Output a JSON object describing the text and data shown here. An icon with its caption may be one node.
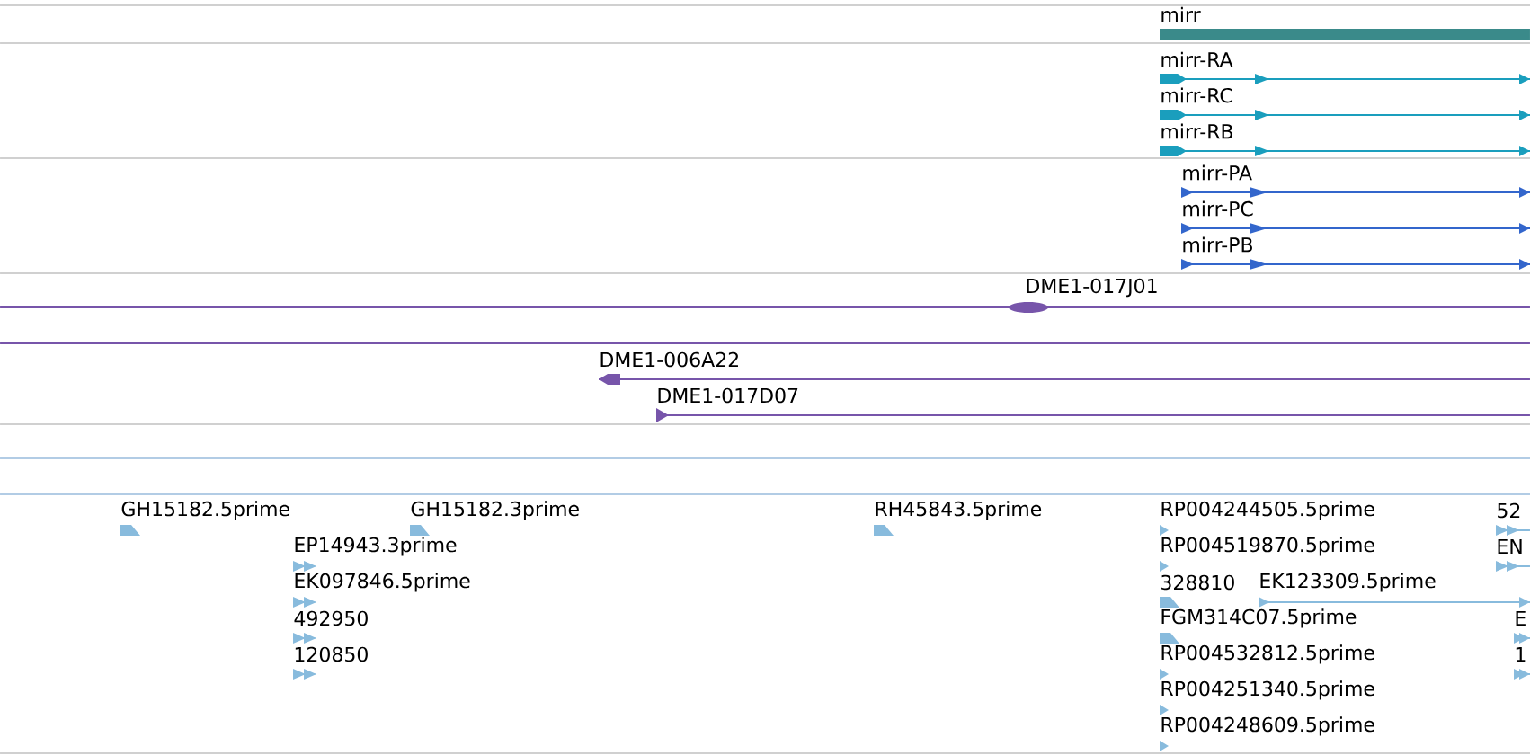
{
  "diagram": {
    "labels": [
      "mirr",
      "mirr-RA",
      "mirr-RC",
      "mirr-RB",
      "mirr-PA",
      "mirr-PC",
      "mirr-PB",
      "DME1-017J01",
      "DME1-006A22",
      "DME1-017D07",
      "GH15182.5prime",
      "GH15182.3prime",
      "RH45843.5prime",
      "RP004244505.5prime",
      "52",
      "EP14943.3prime",
      "RP004519870.5prime",
      "EN",
      "EK097846.5prime",
      "328810",
      "EK123309.5prime",
      "492950",
      "FGM314C07.5prime",
      "E",
      "120850",
      "RP004532812.5prime",
      "1",
      "RP004251340.5prime",
      "RP004248609.5prime"
    ]
  }
}
